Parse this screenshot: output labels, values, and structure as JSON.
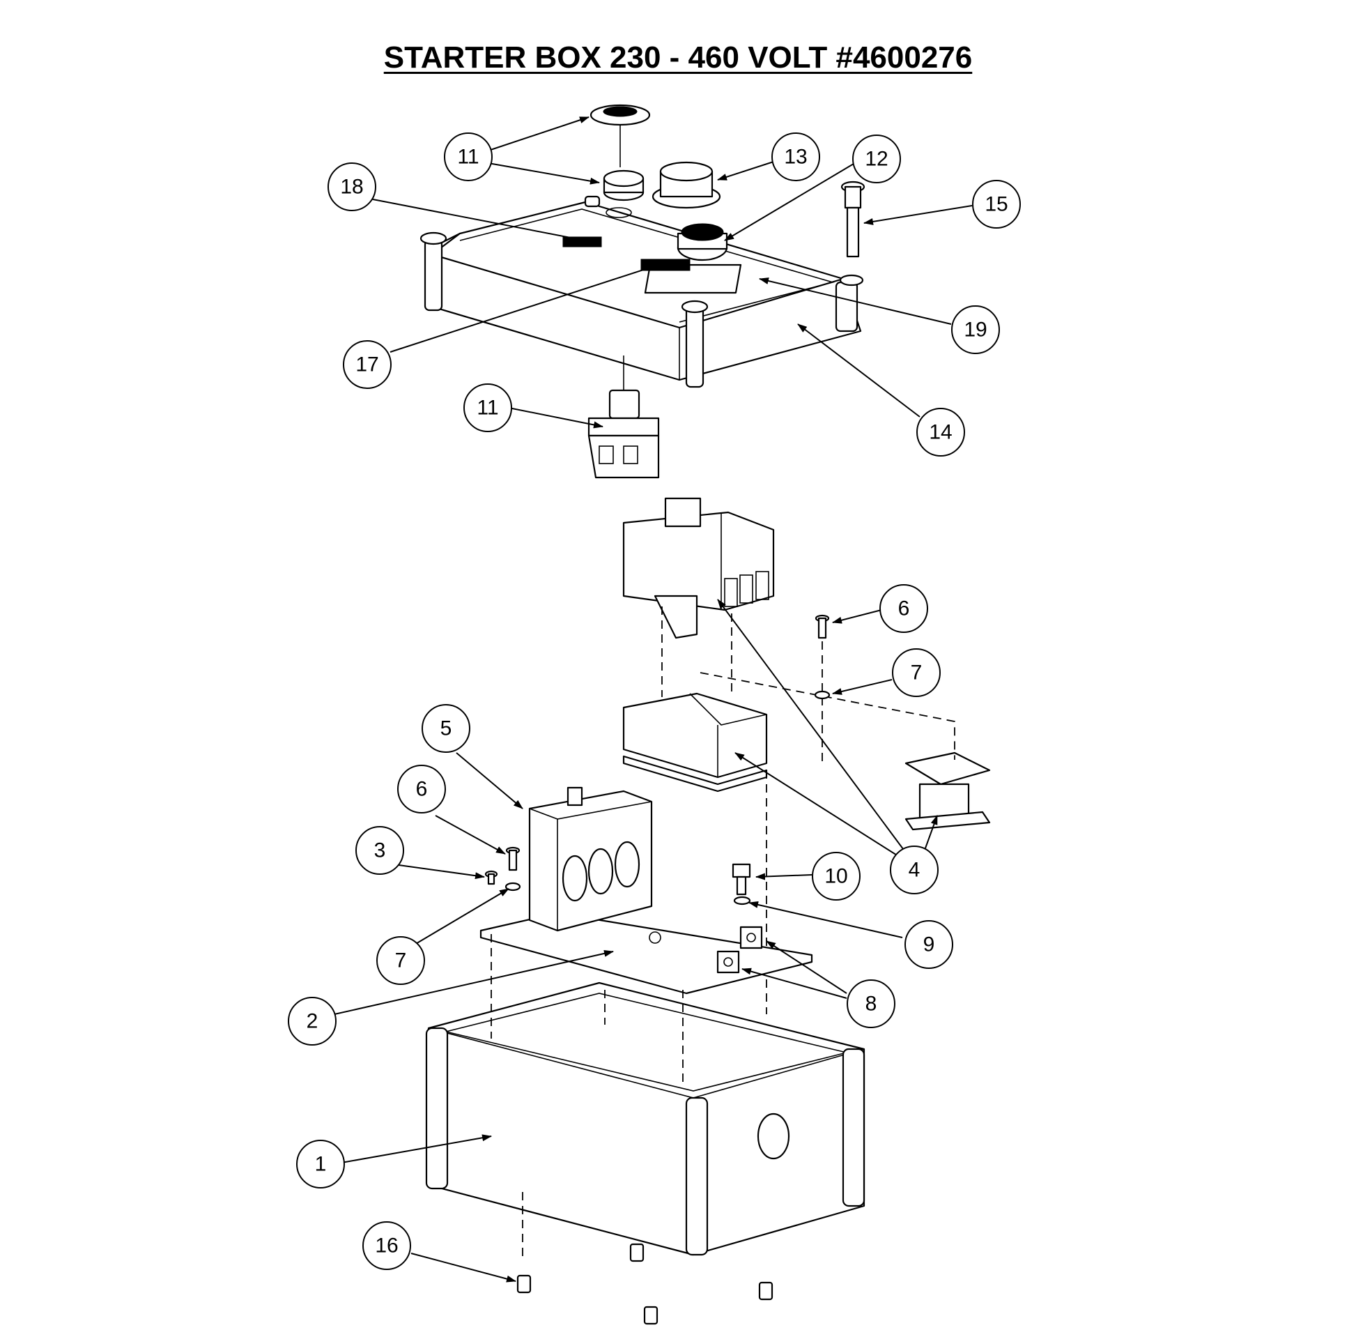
{
  "title": "STARTER BOX 230 - 460 VOLT #4600276",
  "callouts": [
    "1",
    "2",
    "3",
    "4",
    "5",
    "6",
    "6",
    "7",
    "7",
    "8",
    "9",
    "10",
    "11",
    "11",
    "12",
    "13",
    "14",
    "15",
    "16",
    "17",
    "18",
    "19"
  ]
}
